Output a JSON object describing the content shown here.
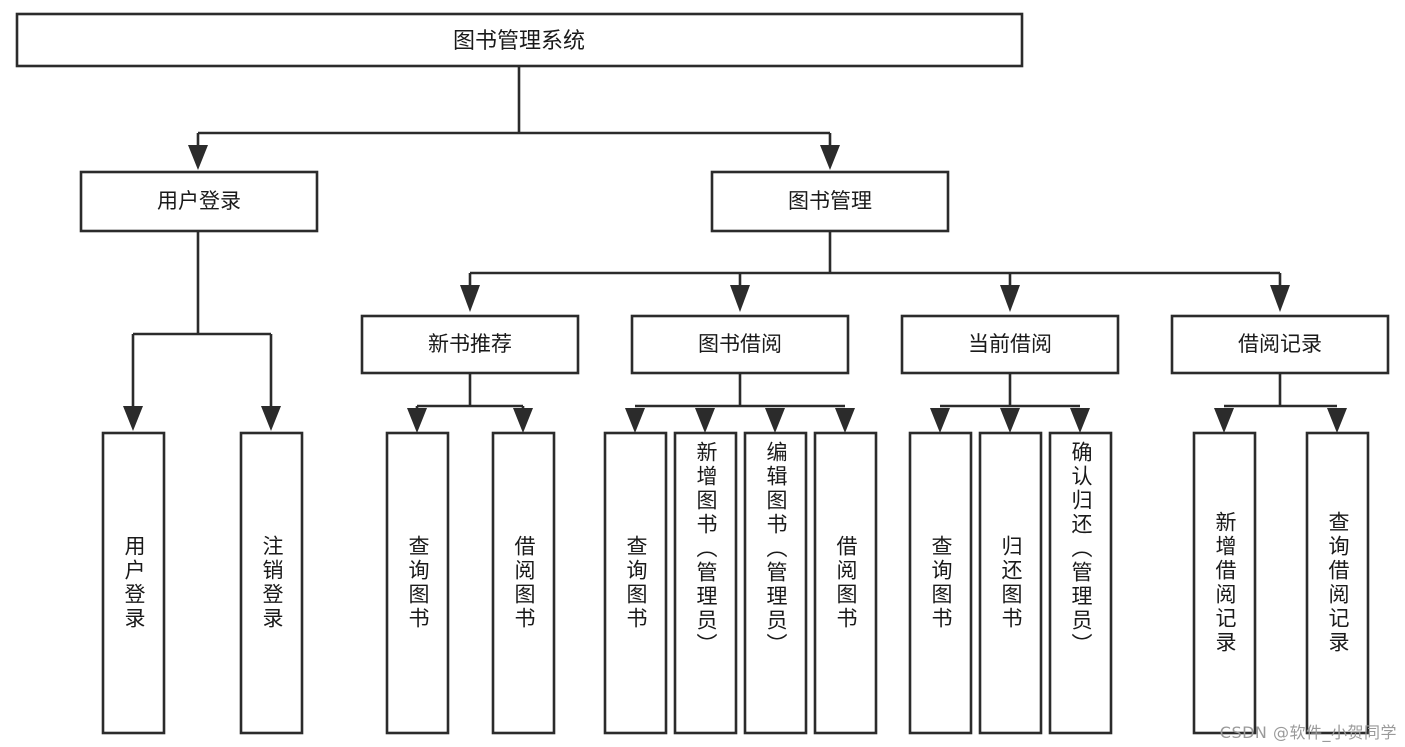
{
  "diagram": {
    "type": "tree-hierarchy",
    "title_node": {
      "id": "root",
      "label": "图书管理系统"
    },
    "level2": [
      {
        "id": "user-login",
        "label": "用户登录"
      },
      {
        "id": "book-management",
        "label": "图书管理"
      }
    ],
    "level3": [
      {
        "id": "new-book-recommend",
        "label": "新书推荐",
        "parent": "book-management"
      },
      {
        "id": "book-borrow",
        "label": "图书借阅",
        "parent": "book-management"
      },
      {
        "id": "current-borrow",
        "label": "当前借阅",
        "parent": "book-management"
      },
      {
        "id": "borrow-record",
        "label": "借阅记录",
        "parent": "book-management"
      }
    ],
    "leaves": [
      {
        "id": "leaf-user-login",
        "label": "用户登录",
        "parent": "user-login"
      },
      {
        "id": "leaf-logout-login",
        "label": "注销登录",
        "parent": "user-login"
      },
      {
        "id": "leaf-query-book-1",
        "label": "查询图书",
        "parent": "new-book-recommend"
      },
      {
        "id": "leaf-borrow-book-1",
        "label": "借阅图书",
        "parent": "new-book-recommend"
      },
      {
        "id": "leaf-query-book-2",
        "label": "查询图书",
        "parent": "book-borrow"
      },
      {
        "id": "leaf-add-book",
        "label": "新增图书（管理员）",
        "parent": "book-borrow"
      },
      {
        "id": "leaf-edit-book",
        "label": "编辑图书（管理员）",
        "parent": "book-borrow"
      },
      {
        "id": "leaf-borrow-book-2",
        "label": "借阅图书",
        "parent": "book-borrow"
      },
      {
        "id": "leaf-query-book-3",
        "label": "查询图书",
        "parent": "current-borrow"
      },
      {
        "id": "leaf-return-book",
        "label": "归还图书",
        "parent": "current-borrow"
      },
      {
        "id": "leaf-confirm-return",
        "label": "确认归还（管理员）",
        "parent": "current-borrow"
      },
      {
        "id": "leaf-add-borrow-record",
        "label": "新增借阅记录",
        "parent": "borrow-record"
      },
      {
        "id": "leaf-query-borrow-record",
        "label": "查询借阅记录",
        "parent": "borrow-record"
      }
    ],
    "colors": {
      "stroke": "#2b2b2b",
      "box_fill": "#ffffff",
      "text": "#1a1a1a",
      "background": "#ffffff",
      "watermark": "#9a9a9a"
    }
  },
  "watermark": {
    "text": "CSDN @软件_小贺同学"
  }
}
